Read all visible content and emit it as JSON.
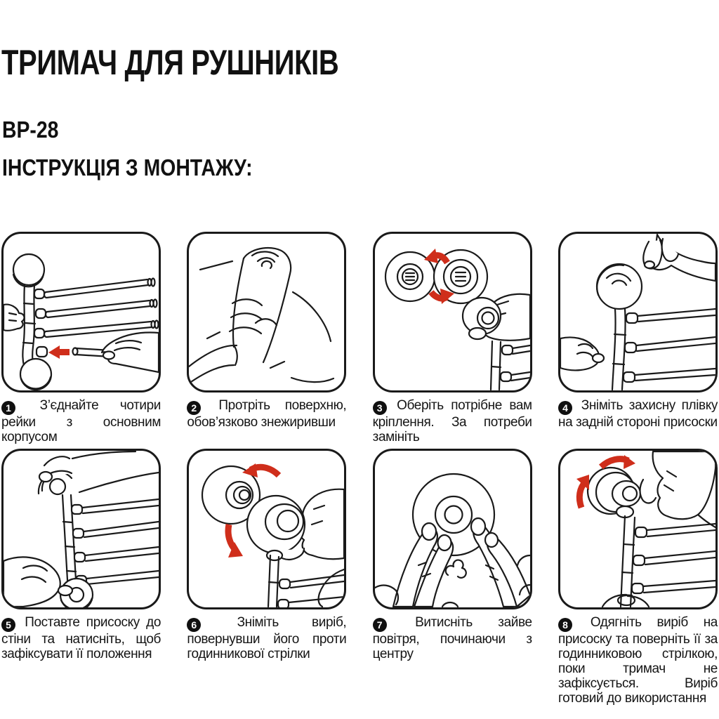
{
  "page": {
    "title": "ТРИМАЧ ДЛЯ РУШНИКІВ",
    "model": "ВР-28",
    "section_heading": "ІНСТРУКЦІЯ З МОНТАЖУ:"
  },
  "colors": {
    "ink": "#1a1a1a",
    "accent_red": "#cf2e1b",
    "background": "#ffffff"
  },
  "steps": [
    {
      "number": "1",
      "text": "З’єднайте чотири рейки з основним корпусом",
      "illustration": "attach-four-rails-to-main-body"
    },
    {
      "number": "2",
      "text": "Протріть поверхню, обов’язково знежиривши",
      "illustration": "wipe-and-degrease-surface"
    },
    {
      "number": "3",
      "text": "Оберіть потрібне вам кріплення. За потреби замініть",
      "illustration": "choose-and-swap-mount"
    },
    {
      "number": "4",
      "text": "Зніміть захисну плівку на задній стороні присоски",
      "illustration": "peel-protective-film-from-suction-cup"
    },
    {
      "number": "5",
      "text": "Поставте присоску до стіни та натисніть, щоб зафіксувати її положення",
      "illustration": "press-suction-cup-to-wall"
    },
    {
      "number": "6",
      "text": "Зніміть виріб, повернувши його проти годинникової стрілки",
      "illustration": "rotate-counterclockwise-to-remove"
    },
    {
      "number": "7",
      "text": "Витисніть зайве повітря, починаючи з центру",
      "illustration": "press-out-air-from-center"
    },
    {
      "number": "8",
      "text": "Одягніть виріб на присоску та поверніть її за годинниковою стрілкою, поки тримач не зафіксується. Виріб готовий до використання",
      "illustration": "rotate-clockwise-to-lock"
    }
  ]
}
